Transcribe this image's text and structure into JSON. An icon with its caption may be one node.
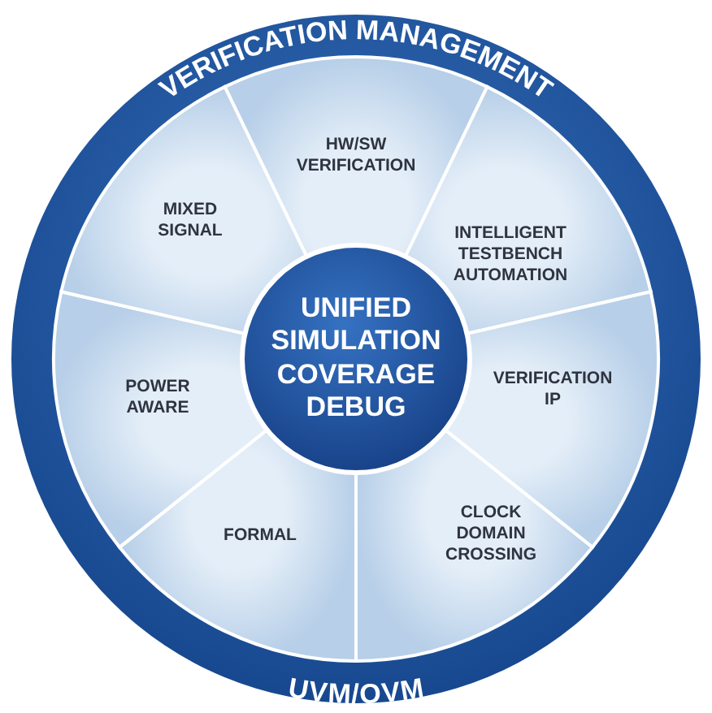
{
  "diagram": {
    "nodes": [
      {
        "text": [
          "VERIFICATION MANAGEMENT",
          "UVM/OVM"
        ]
      },
      {
        "text": [
          "HW/SW VERIFICATION"
        ],
        "in": 0
      },
      {
        "text": [
          "INTELLIGENT TESTBENCH AUTOMATION"
        ],
        "in": 0
      },
      {
        "text": [
          "VERIFICATION IP"
        ],
        "in": 0
      },
      {
        "text": [
          "CLOCK DOMAIN CROSSING"
        ],
        "in": 0
      },
      {
        "text": [
          "FORMAL"
        ],
        "in": 0
      },
      {
        "text": [
          "POWER AWARE"
        ],
        "in": 0
      },
      {
        "text": [
          "MIXED SIGNAL"
        ],
        "in": 0
      },
      {
        "text": [
          "UNIFIED SIMULATION COVERAGE DEBUG"
        ],
        "in": 0
      }
    ]
  }
}
